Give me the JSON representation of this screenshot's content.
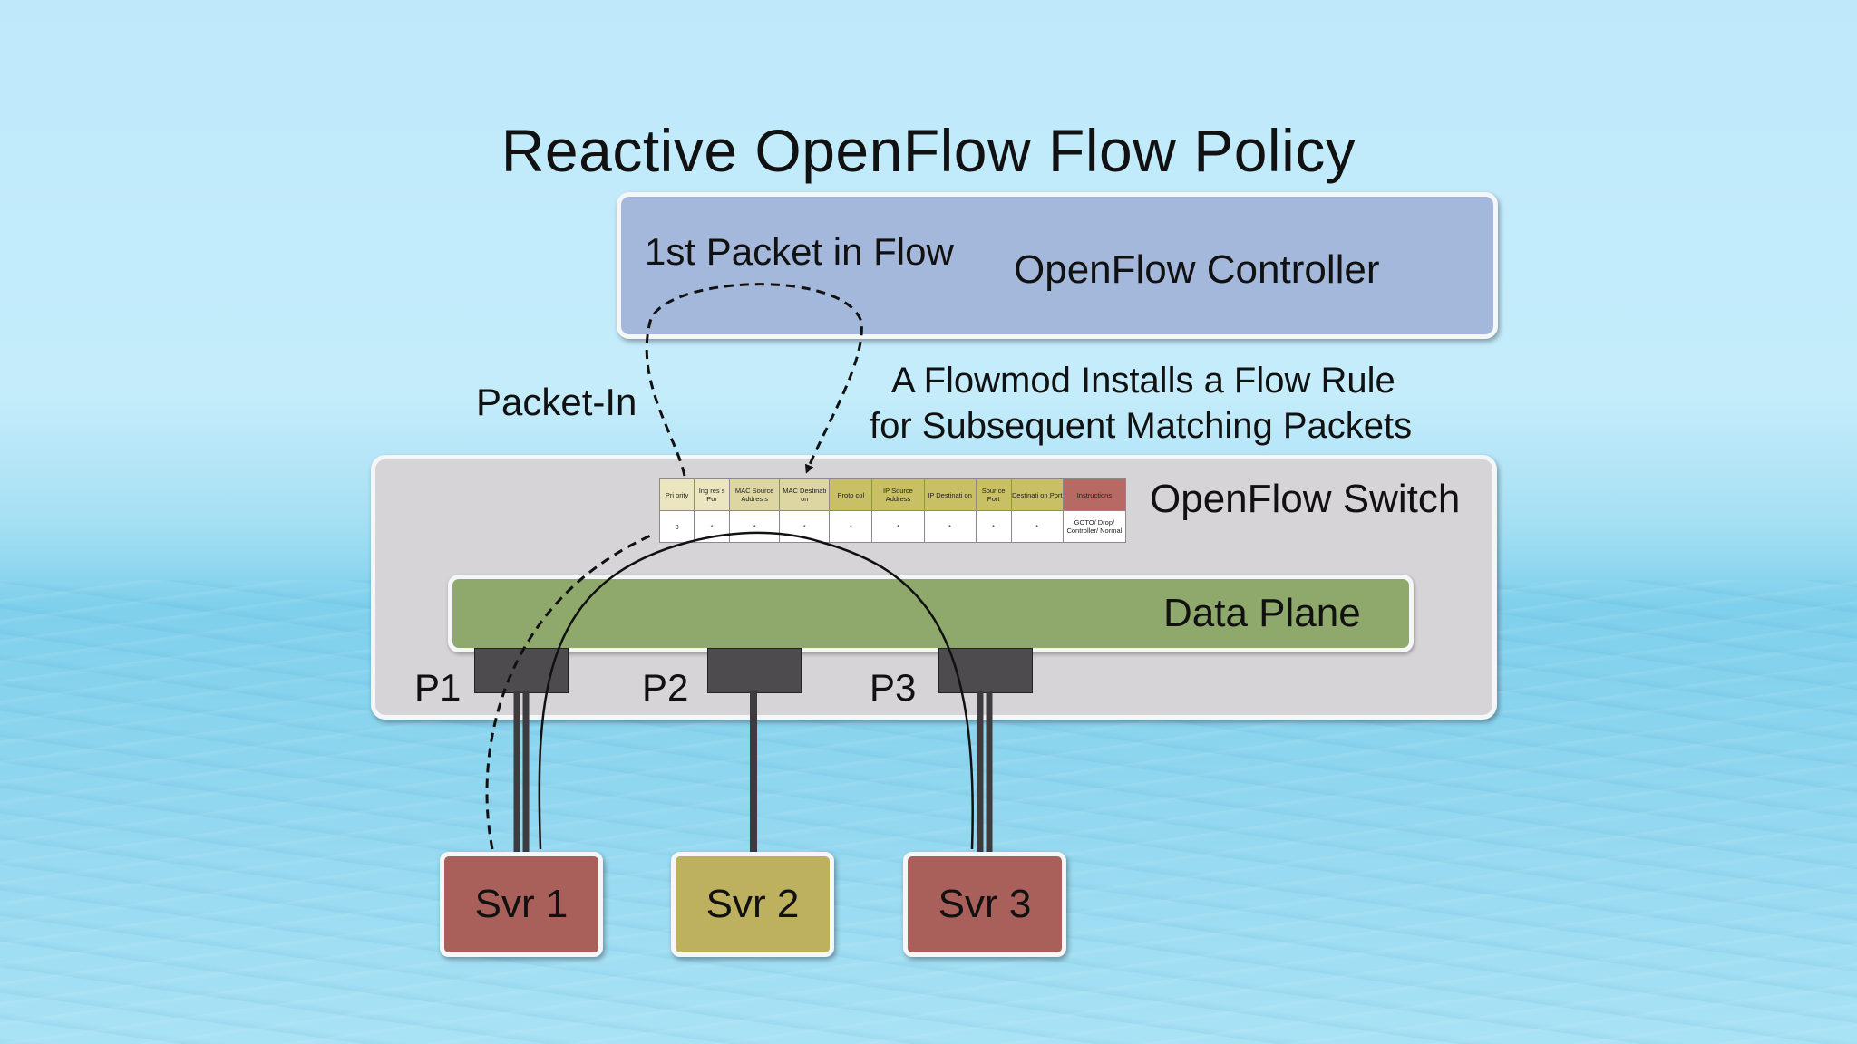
{
  "title": "Reactive OpenFlow Flow Policy",
  "controller": {
    "name": "OpenFlow Controller",
    "first_packet_label": "1st Packet in Flow"
  },
  "packet_in_label": "Packet-In",
  "flowmod_label": {
    "line1": "A Flowmod Installs a Flow Rule",
    "line2": "for Subsequent Matching Packets"
  },
  "switch": {
    "name": "OpenFlow Switch",
    "data_plane_label": "Data Plane",
    "ports": [
      "P1",
      "P2",
      "P3"
    ]
  },
  "flow_table": {
    "headers": [
      {
        "text": "Pri ority",
        "color": "#ece6c0"
      },
      {
        "text": "Ing res s Por",
        "color": "#ece6c0"
      },
      {
        "text": "MAC Source Addres s",
        "color": "#ddd6a2"
      },
      {
        "text": "MAC Destinati on",
        "color": "#ddd6a2"
      },
      {
        "text": "Proto col",
        "color": "#c9c065"
      },
      {
        "text": "IP Source Address",
        "color": "#c9c065"
      },
      {
        "text": "IP Destinati on",
        "color": "#c9c065"
      },
      {
        "text": "Sour ce Port",
        "color": "#c9c065"
      },
      {
        "text": "Destinati on Port",
        "color": "#c9c065"
      },
      {
        "text": "Instructions",
        "color": "#b76a63"
      }
    ],
    "row": [
      "0",
      "*",
      "*",
      "*",
      "*",
      "*",
      "*",
      "*",
      "*",
      "GOTO/ Drop/ Controller/ Normal"
    ]
  },
  "servers": [
    {
      "name": "Svr 1",
      "color": "#a9605a"
    },
    {
      "name": "Svr 2",
      "color": "#bdb15f"
    },
    {
      "name": "Svr 3",
      "color": "#a9605a"
    }
  ]
}
